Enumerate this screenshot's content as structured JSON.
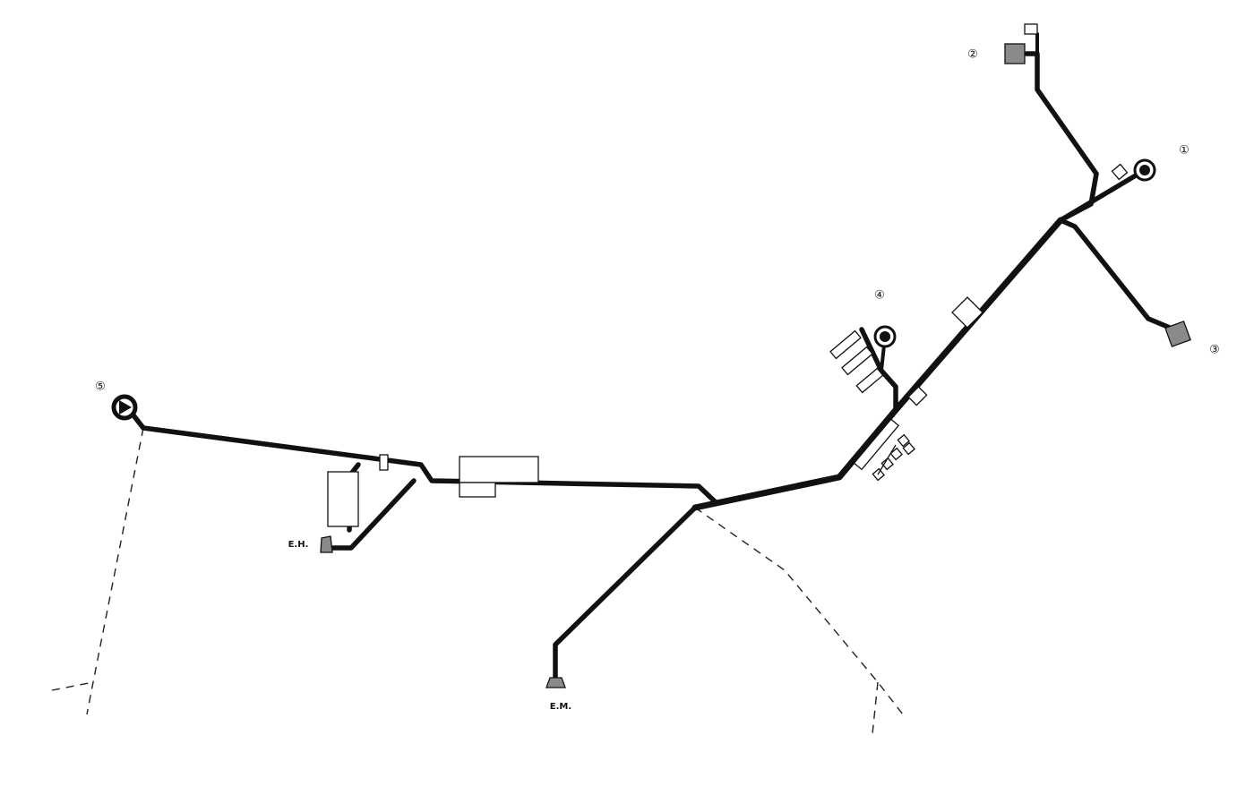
{
  "map": {
    "markers": [
      {
        "id": "1",
        "label": "①"
      },
      {
        "id": "2",
        "label": "②"
      },
      {
        "id": "3",
        "label": "③"
      },
      {
        "id": "4",
        "label": "④"
      },
      {
        "id": "5",
        "label": "⑤"
      }
    ],
    "entrances": {
      "eh": {
        "label": "E.H."
      },
      "em": {
        "label": "E.M."
      }
    },
    "colors": {
      "road": "#111111",
      "background": "#ffffff",
      "entrance_fill": "#8a8a8a"
    }
  }
}
